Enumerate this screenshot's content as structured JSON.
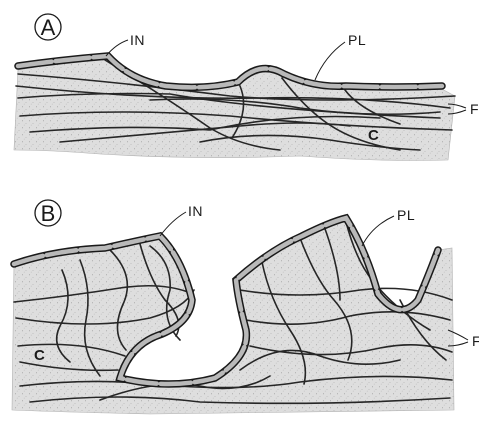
{
  "panels": [
    {
      "id": "A",
      "letter": "A",
      "labels": {
        "in": "IN",
        "pl": "PL",
        "c": "C",
        "f": "F"
      }
    },
    {
      "id": "B",
      "letter": "B",
      "labels": {
        "in": "IN",
        "pl": "PL",
        "c": "C",
        "f": "F"
      }
    }
  ],
  "colors": {
    "matrix": "#dcdcdc",
    "fiber": "#262626",
    "plate": "#b9b9b9",
    "outline": "#1a1a1a"
  }
}
